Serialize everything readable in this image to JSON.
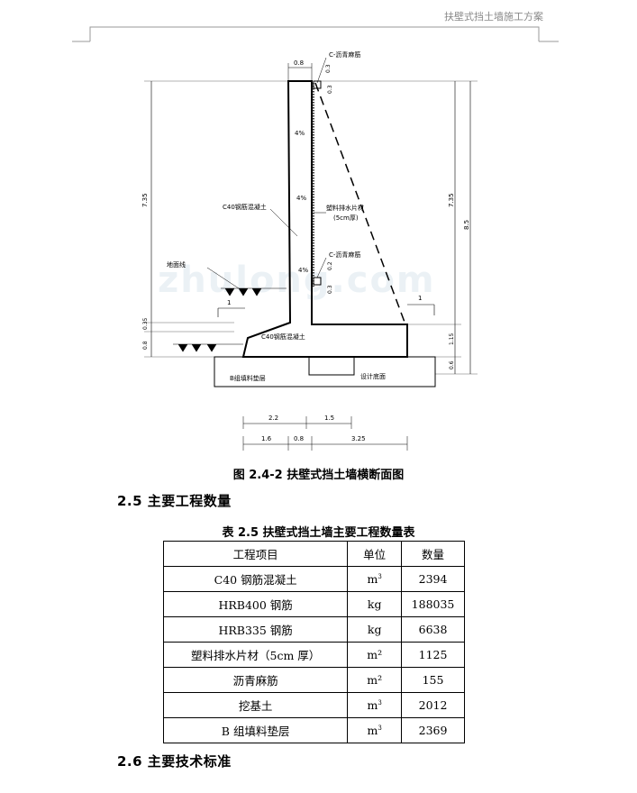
{
  "header": {
    "title": "扶壁式挡土墙施工方案"
  },
  "drawing": {
    "labels": {
      "top_width": "0.8",
      "coping_top": "C-沥青麻筋",
      "coping_mid": "C-沥青麻筋",
      "dim_03a": "0.3",
      "dim_03b": "0.3",
      "dim_02": "0.2",
      "dim_03c": "0.3",
      "slope_1": "4%",
      "slope_2": "4%",
      "slope_3": "4%",
      "wall_material": "C40钢筋混凝土",
      "drain_board": "塑料排水片材",
      "drain_board_thk": "(5cm厚)",
      "ground_line": "地面线",
      "base_material": "C40钢筋混凝土",
      "subgrade": "B组填料垫层",
      "subgrade2": "设计底面",
      "left_735": "7.35",
      "left_035": "0.35",
      "left_08": "0.8",
      "right_735": "7.35",
      "right_85": "8.5",
      "right_115": "1.15",
      "right_06": "0.6",
      "slope_one_left": "1",
      "slope_one_right": "1",
      "bottom_22": "2.2",
      "bottom_15": "1.5",
      "bottom_16": "1.6",
      "bottom_08": "0.8",
      "bottom_325": "3.25"
    },
    "watermark": "zhulong.com"
  },
  "figure_caption": "图 2.4-2 扶壁式挡土墙横断面图",
  "section_25": "2.5 主要工程数量",
  "table_caption": "表 2.5  扶壁式挡土墙主要工程数量表",
  "table": {
    "headers": [
      "工程项目",
      "单位",
      "数量"
    ],
    "rows": [
      {
        "item": "C40 钢筋混凝土",
        "unit": "m",
        "sup": "3",
        "qty": "2394"
      },
      {
        "item": "HRB400 钢筋",
        "unit": "kg",
        "sup": "",
        "qty": "188035"
      },
      {
        "item": "HRB335 钢筋",
        "unit": "kg",
        "sup": "",
        "qty": "6638"
      },
      {
        "item": "塑料排水片材（5cm 厚）",
        "unit": "m²",
        "sup": "",
        "qty": "1125"
      },
      {
        "item": "沥青麻筋",
        "unit": "m²",
        "sup": "",
        "qty": "155"
      },
      {
        "item": "挖基土",
        "unit": "m",
        "sup": "3",
        "qty": "2012"
      },
      {
        "item": "B 组填料垫层",
        "unit": "m",
        "sup": "3",
        "qty": "2369"
      }
    ]
  },
  "section_26": "2.6 主要技术标准"
}
